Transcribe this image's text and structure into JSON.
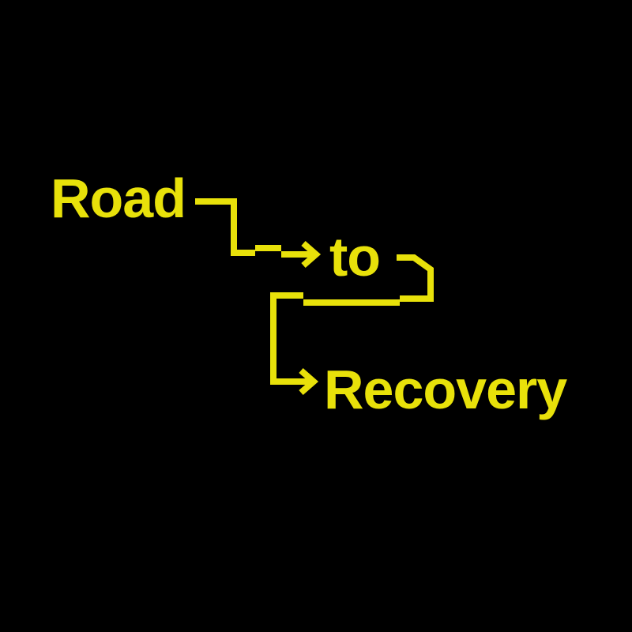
{
  "logo": {
    "words": [
      "Road",
      "to",
      "Recovery"
    ],
    "accent_color": "#e8e10a",
    "background_color": "#000000"
  }
}
